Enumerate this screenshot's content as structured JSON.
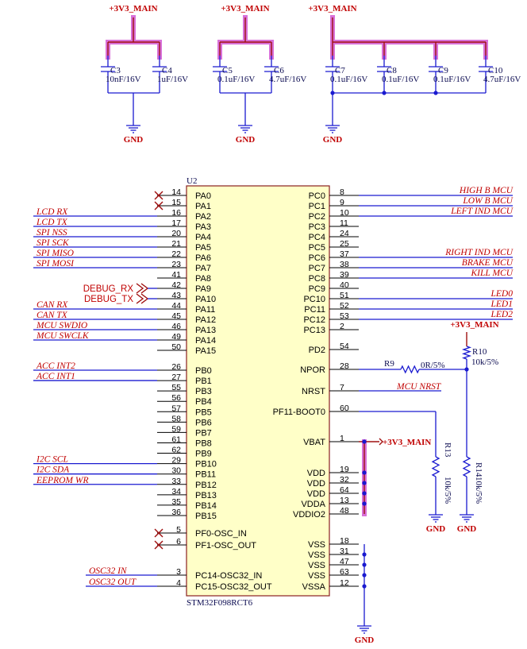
{
  "power_labels": {
    "top1": "+3V3_MAIN",
    "top2": "+3V3_MAIN",
    "top3": "+3V3_MAIN",
    "r10_pwr": "+3V3_MAIN",
    "vbat_pwr": "+3V3_MAIN"
  },
  "gnd_label": "GND",
  "capacitors": [
    {
      "ref": "C3",
      "value": "10nF/16V"
    },
    {
      "ref": "C4",
      "value": "1uF/16V"
    },
    {
      "ref": "C5",
      "value": "0.1uF/16V"
    },
    {
      "ref": "C6",
      "value": "4.7uF/16V"
    },
    {
      "ref": "C7",
      "value": "0.1uF/16V"
    },
    {
      "ref": "C8",
      "value": "0.1uF/16V"
    },
    {
      "ref": "C9",
      "value": "0.1uF/16V"
    },
    {
      "ref": "C10",
      "value": "4.7uF/16V"
    }
  ],
  "ic": {
    "ref": "U2",
    "part": "STM32F098RCT6"
  },
  "left_pins": [
    {
      "num": "14",
      "name": "PA0",
      "net": "",
      "nc": true
    },
    {
      "num": "15",
      "name": "PA1",
      "net": "",
      "nc": true
    },
    {
      "num": "16",
      "name": "PA2",
      "net": "LCD_RX"
    },
    {
      "num": "17",
      "name": "PA3",
      "net": "LCD_TX"
    },
    {
      "num": "20",
      "name": "PA4",
      "net": "SPI_NSS"
    },
    {
      "num": "21",
      "name": "PA5",
      "net": "SPI_SCK"
    },
    {
      "num": "22",
      "name": "PA6",
      "net": "SPI_MISO"
    },
    {
      "num": "23",
      "name": "PA7",
      "net": "SPI_MOSI"
    },
    {
      "num": "41",
      "name": "PA8",
      "net": ""
    },
    {
      "num": "42",
      "name": "PA9",
      "net": "DEBUG_RX",
      "port": true
    },
    {
      "num": "43",
      "name": "PA10",
      "net": "DEBUG_TX",
      "port": true
    },
    {
      "num": "44",
      "name": "PA11",
      "net": "CAN_RX"
    },
    {
      "num": "45",
      "name": "PA12",
      "net": "CAN_TX"
    },
    {
      "num": "46",
      "name": "PA13",
      "net": "MCU_SWDIO"
    },
    {
      "num": "49",
      "name": "PA14",
      "net": "MCU_SWCLK"
    },
    {
      "num": "50",
      "name": "PA15",
      "net": ""
    },
    {
      "num": "26",
      "name": "PB0",
      "net": "ACC_INT2"
    },
    {
      "num": "27",
      "name": "PB1",
      "net": "ACC_INT1"
    },
    {
      "num": "55",
      "name": "PB3",
      "net": ""
    },
    {
      "num": "56",
      "name": "PB4",
      "net": ""
    },
    {
      "num": "57",
      "name": "PB5",
      "net": ""
    },
    {
      "num": "58",
      "name": "PB6",
      "net": ""
    },
    {
      "num": "59",
      "name": "PB7",
      "net": ""
    },
    {
      "num": "61",
      "name": "PB8",
      "net": ""
    },
    {
      "num": "62",
      "name": "PB9",
      "net": ""
    },
    {
      "num": "29",
      "name": "PB10",
      "net": "I2C_SCL"
    },
    {
      "num": "30",
      "name": "PB11",
      "net": "I2C_SDA"
    },
    {
      "num": "33",
      "name": "PB12",
      "net": "EEPROM_WR"
    },
    {
      "num": "34",
      "name": "PB13",
      "net": ""
    },
    {
      "num": "35",
      "name": "PB14",
      "net": ""
    },
    {
      "num": "36",
      "name": "PB15",
      "net": ""
    },
    {
      "num": "5",
      "name": "PF0-OSC_IN",
      "net": "",
      "nc": true
    },
    {
      "num": "6",
      "name": "PF1-OSC_OUT",
      "net": "",
      "nc": true
    },
    {
      "num": "3",
      "name": "PC14-OSC32_IN",
      "net": "OSC32_IN"
    },
    {
      "num": "4",
      "name": "PC15-OSC32_OUT",
      "net": "OSC32_OUT"
    }
  ],
  "right_pins": [
    {
      "num": "8",
      "name": "PC0",
      "net": "HIGH_B_MCU"
    },
    {
      "num": "9",
      "name": "PC1",
      "net": "LOW_B_MCU"
    },
    {
      "num": "10",
      "name": "PC2",
      "net": "LEFT_IND_MCU"
    },
    {
      "num": "11",
      "name": "PC3",
      "net": ""
    },
    {
      "num": "24",
      "name": "PC4",
      "net": ""
    },
    {
      "num": "25",
      "name": "PC5",
      "net": ""
    },
    {
      "num": "37",
      "name": "PC6",
      "net": "RIGHT_IND_MCU"
    },
    {
      "num": "38",
      "name": "PC7",
      "net": "BRAKE_MCU"
    },
    {
      "num": "39",
      "name": "PC8",
      "net": "KILL_MCU"
    },
    {
      "num": "40",
      "name": "PC9",
      "net": ""
    },
    {
      "num": "51",
      "name": "PC10",
      "net": "LED0"
    },
    {
      "num": "52",
      "name": "PC11",
      "net": "LED1"
    },
    {
      "num": "53",
      "name": "PC12",
      "net": "LED2"
    },
    {
      "num": "2",
      "name": "PC13",
      "net": ""
    },
    {
      "num": "54",
      "name": "PD2",
      "net": ""
    },
    {
      "num": "28",
      "name": "NPOR",
      "net": ""
    },
    {
      "num": "7",
      "name": "NRST",
      "net": "MCU_NRST"
    },
    {
      "num": "60",
      "name": "PF11-BOOT0",
      "net": ""
    },
    {
      "num": "1",
      "name": "VBAT",
      "net": ""
    },
    {
      "num": "19",
      "name": "VDD",
      "net": ""
    },
    {
      "num": "32",
      "name": "VDD",
      "net": ""
    },
    {
      "num": "64",
      "name": "VDD",
      "net": ""
    },
    {
      "num": "13",
      "name": "VDDA",
      "net": ""
    },
    {
      "num": "48",
      "name": "VDDIO2",
      "net": ""
    },
    {
      "num": "18",
      "name": "VSS",
      "net": ""
    },
    {
      "num": "31",
      "name": "VSS",
      "net": ""
    },
    {
      "num": "47",
      "name": "VSS",
      "net": ""
    },
    {
      "num": "63",
      "name": "VSS",
      "net": ""
    },
    {
      "num": "12",
      "name": "VSSA",
      "net": ""
    }
  ],
  "resistors": {
    "R9": {
      "ref": "R9",
      "value": "0R/5%"
    },
    "R10": {
      "ref": "R10",
      "value": "10k/5%"
    },
    "R13": {
      "ref": "R13",
      "value": "10k/5%"
    },
    "R14": {
      "ref": "R14",
      "value": "10k/5%"
    }
  }
}
